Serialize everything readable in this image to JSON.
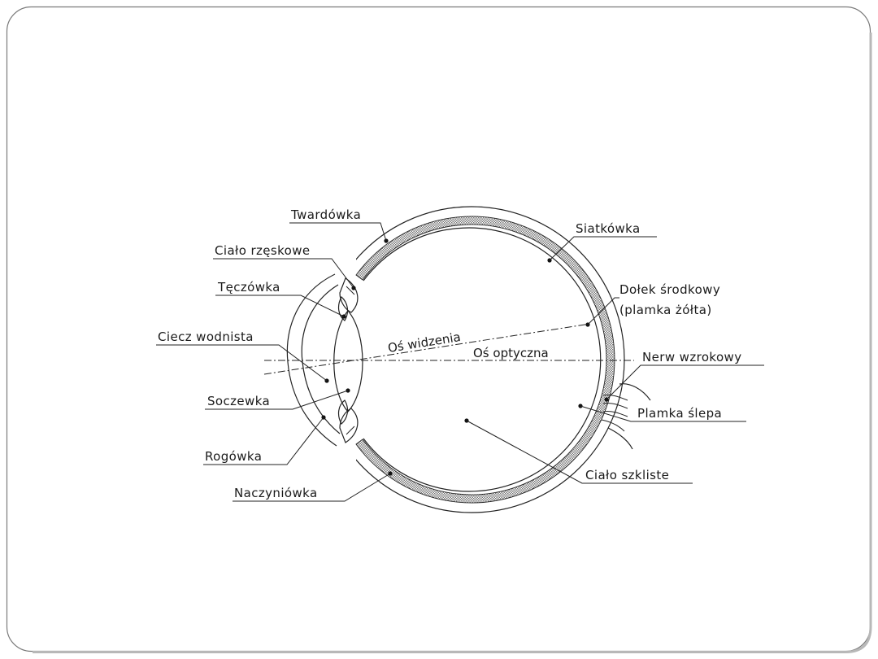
{
  "diagram": {
    "labels": {
      "twardowka": "Twardówka",
      "cialo_rzeskowe": "Ciało rzęskowe",
      "teczowka": "Tęczówka",
      "ciecz_wodnista": "Ciecz wodnista",
      "soczewka": "Soczewka",
      "rogowka": "Rogówka",
      "naczyniowka": "Naczyniówka",
      "siatkowka": "Siatkówka",
      "dolek_line1": "Dołek środkowy",
      "dolek_line2": "(plamka żółta)",
      "nerw": "Nerw wzrokowy",
      "plamka_slepa": "Plamka ślepa",
      "cialo_szkliste": "Ciało szkliste"
    },
    "axes": {
      "visual_axis": "Oś widzenia",
      "optical_axis": "Oś optyczna"
    }
  }
}
